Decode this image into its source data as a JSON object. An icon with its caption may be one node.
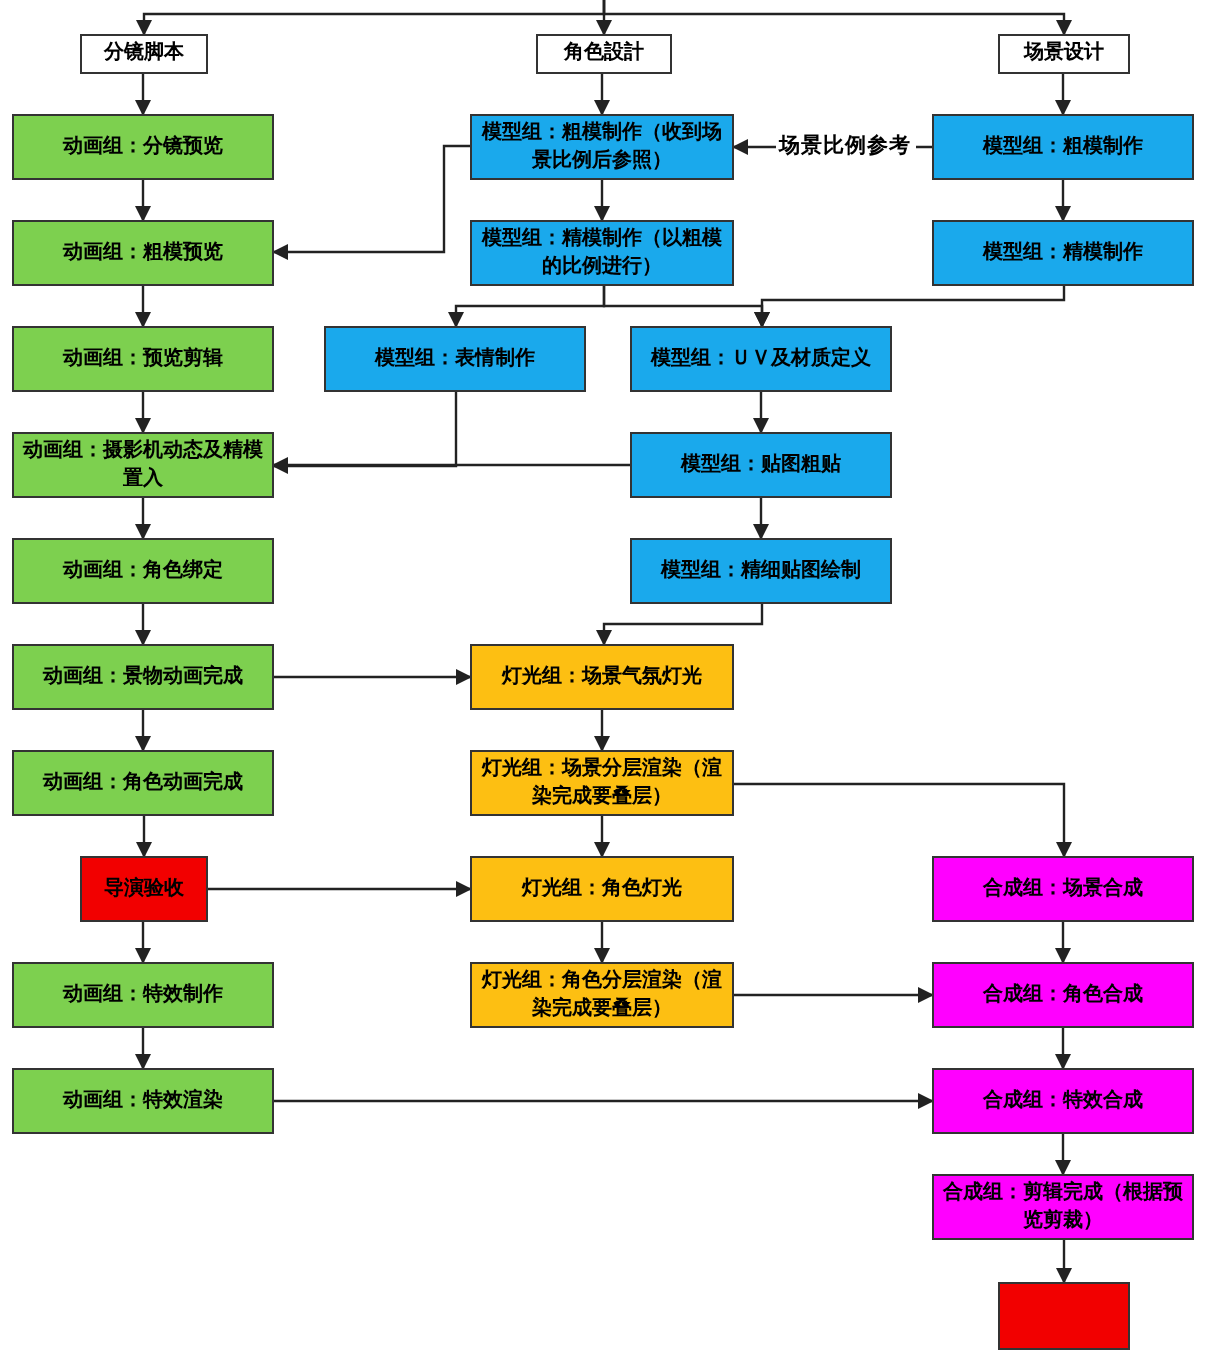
{
  "diagram": {
    "nodes": [
      {
        "text": [
          "分镜脚本"
        ]
      },
      {
        "text": [
          "角色設計"
        ]
      },
      {
        "text": [
          "场景设计"
        ]
      },
      {
        "text": [
          "动画组：分镜预览"
        ]
      },
      {
        "text": [
          "模型组：粗模制作（收到场景比例后参照）"
        ]
      },
      {
        "text": [
          "模型组：粗模制作"
        ]
      },
      {
        "text": [
          "动画组：粗模预览"
        ]
      },
      {
        "text": [
          "模型组：精模制作（以粗模的比例进行）"
        ]
      },
      {
        "text": [
          "模型组：精模制作"
        ]
      },
      {
        "text": [
          "动画组：预览剪辑"
        ]
      },
      {
        "text": [
          "模型组：表情制作"
        ]
      },
      {
        "text": [
          "模型组：ＵＶ及材质定义"
        ]
      },
      {
        "text": [
          "动画组：摄影机动态及精模置入"
        ]
      },
      {
        "text": [
          "模型组：贴图粗贴"
        ]
      },
      {
        "text": [
          "动画组：角色绑定"
        ]
      },
      {
        "text": [
          "模型组：精细贴图绘制"
        ]
      },
      {
        "text": [
          "动画组：景物动画完成"
        ]
      },
      {
        "text": [
          "灯光组：场景气氛灯光"
        ]
      },
      {
        "text": [
          "动画组：角色动画完成"
        ]
      },
      {
        "text": [
          "灯光组：场景分层渲染（渲染完成要叠层）"
        ]
      },
      {
        "text": [
          "导演验收"
        ]
      },
      {
        "text": [
          "灯光组：角色灯光"
        ]
      },
      {
        "text": [
          "合成组：场景合成"
        ]
      },
      {
        "text": [
          "动画组：特效制作"
        ]
      },
      {
        "text": [
          "灯光组：角色分层渲染（渲染完成要叠层）"
        ]
      },
      {
        "text": [
          "合成组：角色合成"
        ]
      },
      {
        "text": [
          "动画组：特效渲染"
        ]
      },
      {
        "text": [
          "合成组：特效合成"
        ]
      },
      {
        "text": [
          "合成组：剪辑完成（根据预览剪裁）"
        ]
      },
      {
        "text": [],
        "shape": "box"
      }
    ],
    "edges": [
      {
        "from": null,
        "to": 0,
        "arrow": "to"
      },
      {
        "from": null,
        "to": 1,
        "arrow": "to"
      },
      {
        "from": null,
        "to": 2,
        "arrow": "to"
      },
      {
        "from": 0,
        "to": 3,
        "arrow": "to"
      },
      {
        "from": 1,
        "to": 4,
        "arrow": "to"
      },
      {
        "from": 2,
        "to": 5,
        "arrow": "to"
      },
      {
        "from": 5,
        "to": 4,
        "arrow": "to",
        "label": "场景比例参考"
      },
      {
        "from": 3,
        "to": 6,
        "arrow": "to"
      },
      {
        "from": 4,
        "to": 6,
        "arrow": "to"
      },
      {
        "from": 4,
        "to": 7,
        "arrow": "to"
      },
      {
        "from": 5,
        "to": 8,
        "arrow": "to"
      },
      {
        "from": 6,
        "to": 9,
        "arrow": "to"
      },
      {
        "from": 7,
        "to": 10,
        "arrow": "to"
      },
      {
        "from": 7,
        "to": 11,
        "arrow": "to"
      },
      {
        "from": 8,
        "to": 11,
        "arrow": "to"
      },
      {
        "from": 9,
        "to": 12,
        "arrow": "to"
      },
      {
        "from": 10,
        "to": 12,
        "arrow": "to"
      },
      {
        "from": 13,
        "to": 12,
        "arrow": "to"
      },
      {
        "from": 11,
        "to": 13,
        "arrow": "to"
      },
      {
        "from": 12,
        "to": 14,
        "arrow": "to"
      },
      {
        "from": 13,
        "to": 15,
        "arrow": "to"
      },
      {
        "from": 14,
        "to": 16,
        "arrow": "to"
      },
      {
        "from": 15,
        "to": 17,
        "arrow": "to"
      },
      {
        "from": 16,
        "to": 17,
        "arrow": "to"
      },
      {
        "from": 16,
        "to": 18,
        "arrow": "to"
      },
      {
        "from": 17,
        "to": 19,
        "arrow": "to"
      },
      {
        "from": 18,
        "to": 20,
        "arrow": "to"
      },
      {
        "from": 19,
        "to": 21,
        "arrow": "to"
      },
      {
        "from": 19,
        "to": 22,
        "arrow": "to"
      },
      {
        "from": 20,
        "to": 21,
        "arrow": "to"
      },
      {
        "from": 20,
        "to": 23,
        "arrow": "to"
      },
      {
        "from": 21,
        "to": 24,
        "arrow": "to"
      },
      {
        "from": 22,
        "to": 25,
        "arrow": "to"
      },
      {
        "from": 23,
        "to": 26,
        "arrow": "to"
      },
      {
        "from": 24,
        "to": 25,
        "arrow": "to"
      },
      {
        "from": 25,
        "to": 27,
        "arrow": "to"
      },
      {
        "from": 26,
        "to": 27,
        "arrow": "to"
      },
      {
        "from": 27,
        "to": 28,
        "arrow": "to"
      },
      {
        "from": 28,
        "to": 29,
        "arrow": "to"
      }
    ]
  }
}
